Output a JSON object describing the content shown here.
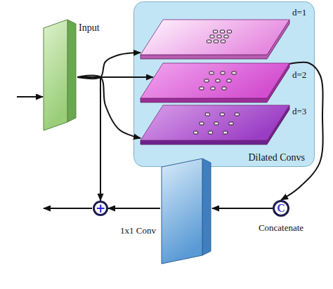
{
  "diagram": {
    "nodes": [
      {
        "text": [
          "Input"
        ]
      },
      {
        "text": [
          "Dilated Convs"
        ]
      },
      {
        "text": [
          "d=1"
        ],
        "in": 1
      },
      {
        "text": [
          "d=2"
        ],
        "in": 1
      },
      {
        "text": [
          "d=3"
        ],
        "in": 1
      },
      {
        "text": [
          "C",
          "Concatenate"
        ]
      },
      {
        "text": [
          "1x1 Conv"
        ]
      },
      {
        "text": [
          "+"
        ]
      }
    ],
    "edges": [
      {
        "from": 0,
        "to": 2,
        "arrow": "to"
      },
      {
        "from": 0,
        "to": 3,
        "arrow": "to"
      },
      {
        "from": 0,
        "to": 4,
        "arrow": "to"
      },
      {
        "from": 3,
        "to": 5,
        "arrow": "to"
      },
      {
        "from": 5,
        "to": 6,
        "arrow": "to"
      },
      {
        "from": 6,
        "to": 7,
        "arrow": "to"
      },
      {
        "from": 0,
        "to": 7,
        "arrow": "to"
      }
    ]
  }
}
